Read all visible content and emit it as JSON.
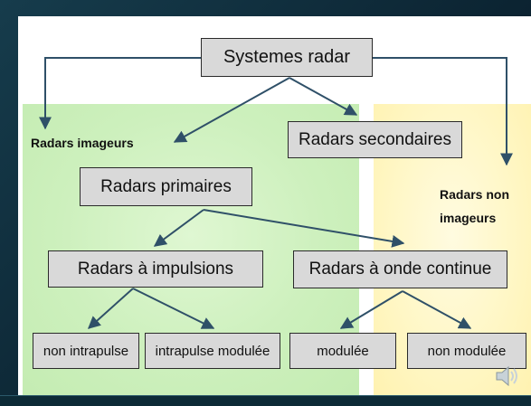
{
  "diagram": {
    "root": "Systemes radar",
    "imaging": "Radars imageurs",
    "non_imaging": "Radars non imageurs",
    "secondary": "Radars secondaires",
    "primary": "Radars primaires",
    "pulse": "Radars à impulsions",
    "continuous": "Radars à onde continue",
    "leaves": [
      "non intrapulse",
      "intrapulse modulée",
      "modulée",
      "non modulée"
    ]
  },
  "colors": {
    "frame": "#0e2a35",
    "green_zone": "#cdf0bd",
    "yellow_zone": "#fff7c6",
    "box_fill": "#d9d9d9",
    "line": "#2f5068"
  },
  "icons": [
    "speaker-icon"
  ]
}
